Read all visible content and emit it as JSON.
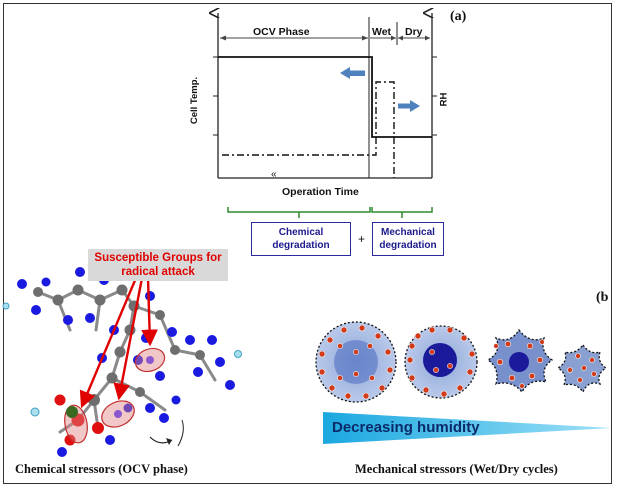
{
  "panel_a": {
    "label": "(a)",
    "phase_ocv": "OCV Phase",
    "phase_wet": "Wet",
    "phase_dry": "Dry",
    "y_left": "Cell Temp.",
    "y_right": "RH",
    "x_label": "Operation Time",
    "x_tick": "«",
    "box_chemical": "Chemical degradation",
    "plus": "+",
    "box_mechanical": "Mechanical degradation"
  },
  "panel_b": {
    "label": "(b",
    "callout": "Susceptible Groups for radical attack",
    "humidity": "Decreasing humidity",
    "caption_left": "Chemical stressors (OCV phase)",
    "caption_right": "Mechanical stressors (Wet/Dry cycles)"
  },
  "colors": {
    "arrow_blue": "#4f81bd",
    "bracket_green": "#2e8b2e",
    "box_blue": "#2a2aa0",
    "attack_red": "#e00000",
    "humidity_cyan": "#1ab0e0"
  }
}
